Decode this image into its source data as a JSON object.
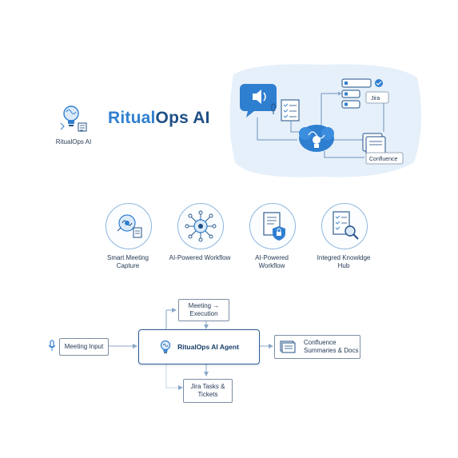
{
  "brand": {
    "name_part1": "Ritual",
    "name_part2": "Ops AI",
    "logo_caption": "RitualOps AI"
  },
  "hero": {
    "jira_label": "Jira",
    "confluence_label": "Confluence"
  },
  "features": [
    {
      "icon": "brain-meeting-icon",
      "line1": "Smart Meeting",
      "line2": "Capture"
    },
    {
      "icon": "ai-workflow-network-icon",
      "line1": "AI-Powered Workflow",
      "line2": ""
    },
    {
      "icon": "secure-document-icon",
      "line1": "AI-Powered",
      "line2": "Workflow"
    },
    {
      "icon": "knowledge-search-icon",
      "line1": "Integred Knowldge",
      "line2": "Hub"
    }
  ],
  "flow": {
    "input": "Meeting Input",
    "agent": "RitualOps AI Agent",
    "top_line1": "Meeting →",
    "top_line2": "Execution",
    "bottom_line1": "Jira Tasks &",
    "bottom_line2": "Tickets",
    "output_line1": "Confluence",
    "output_line2": "Summaries & Docs"
  },
  "colors": {
    "accent": "#2f7fd0",
    "dark": "#1f4f86",
    "light_bg": "#e6f0fa"
  }
}
